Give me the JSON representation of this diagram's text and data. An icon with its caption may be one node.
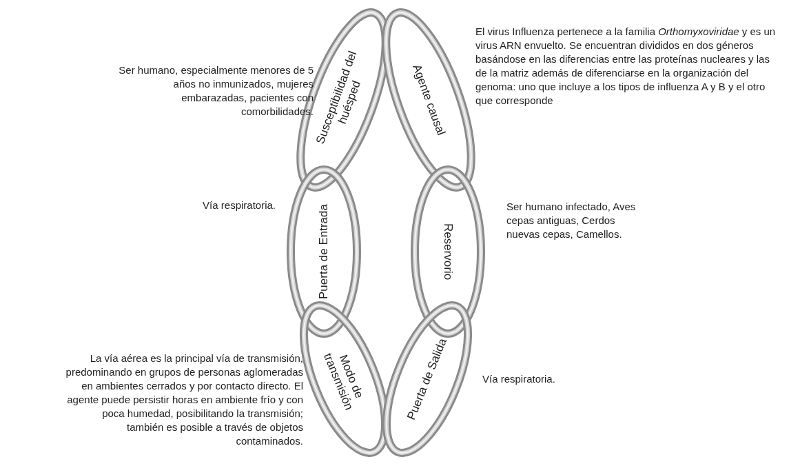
{
  "diagram": {
    "nodes": [
      {
        "text": [
          "Susceptibilidad del huésped"
        ],
        "beside": [
          "Ser humano, especialmente menores de 5 años no inmunizados, mujeres embarazadas, pacientes con comorbilidades."
        ]
      },
      {
        "text": [
          "Agente causal"
        ],
        "beside": [
          "El virus Influenza pertenece a la familia *Orthomyxoviridae* y es un virus ARN envuelto. Se encuentran divididos en dos géneros basándose en las diferencias entre las proteínas nucleares y las de la matriz además de diferenciarse en la organización del genoma: uno que incluye a los tipos de influenza A y B y el otro que corresponde"
        ]
      },
      {
        "text": [
          "Puerta de Entrada"
        ],
        "beside": [
          "Vía respiratoria."
        ]
      },
      {
        "text": [
          "Reservorio"
        ],
        "beside": [
          "Ser humano infectado, Aves cepas antiguas, Cerdos nuevas cepas, Camellos."
        ]
      },
      {
        "text": [
          "Modo de transmisión"
        ],
        "beside": [
          "La vía aérea es la principal vía de transmisión, predominando en grupos de personas aglomeradas en ambientes cerrados y por contacto directo. El agente puede persistir horas en ambiente frío y con poca humedad, posibilitando la transmisión; también es posible a través de objetos contaminados."
        ]
      },
      {
        "text": [
          "Puerta de Salida"
        ],
        "beside": [
          "Vía respiratoria."
        ]
      }
    ]
  }
}
